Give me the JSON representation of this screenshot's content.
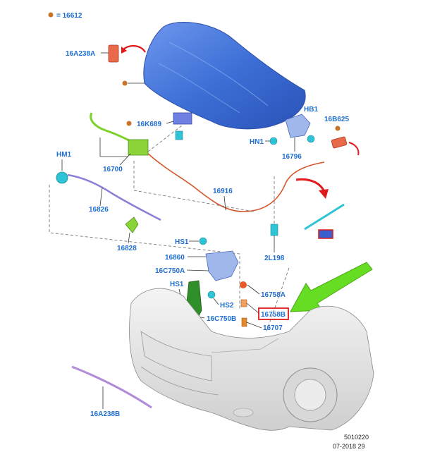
{
  "legend": {
    "text": "= 16612",
    "dot_color": "#c8732a"
  },
  "labels": {
    "p16A238A": "16A238A",
    "p16K689": "16K689",
    "pHB1": "HB1",
    "pHN1": "HN1",
    "p16B625": "16B625",
    "p16796": "16796",
    "pHM1": "HM1",
    "p16700": "16700",
    "p16916": "16916",
    "p16826": "16826",
    "p16828": "16828",
    "pHS1a": "HS1",
    "p16860": "16860",
    "p16C750A": "16C750A",
    "p2L198": "2L198",
    "pHS1b": "HS1",
    "p16758A": "16758A",
    "pHS2": "HS2",
    "p16758B": "16758B",
    "p16C750B": "16C750B",
    "p16707": "16707",
    "p16A238B": "16A238B"
  },
  "footer": {
    "code": "5010220",
    "date": "07-2018 29"
  },
  "colors": {
    "label": "#1f6fd1",
    "hood": "#3d6fd6",
    "cable": "#d4572b",
    "cyan_parts": "#2ec4d6",
    "green_parts": "#7cd12a",
    "highlight_box": "#e0191b",
    "pointer_arrow": "#66dd22"
  }
}
